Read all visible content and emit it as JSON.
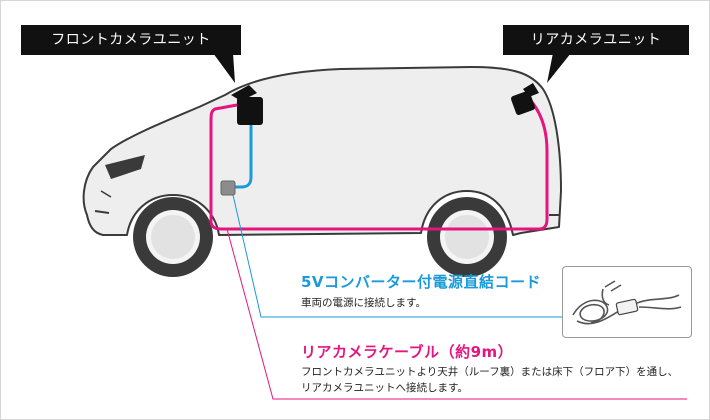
{
  "labels": {
    "front_unit": "フロントカメラユニット",
    "rear_unit": "リアカメラユニット"
  },
  "converter": {
    "title": "5Vコンバーター付電源直結コード",
    "description": "車両の電源に接続します。",
    "color": "#1a9ad9"
  },
  "rear_cable": {
    "title": "リアカメラケーブル（約9m）",
    "description_line1": "フロントカメラユニットより天井（ルーフ裏）または床下（フロア下）を通し、",
    "description_line2": "リアカメラユニットへ接続します。",
    "color": "#e4157f"
  },
  "colors": {
    "car_body": "#eeeeee",
    "car_outline": "#3a3a3a",
    "label_bg": "#111111"
  },
  "icons": [
    "front-camera-icon",
    "rear-camera-icon",
    "converter-box-icon",
    "power-cord-photo"
  ]
}
